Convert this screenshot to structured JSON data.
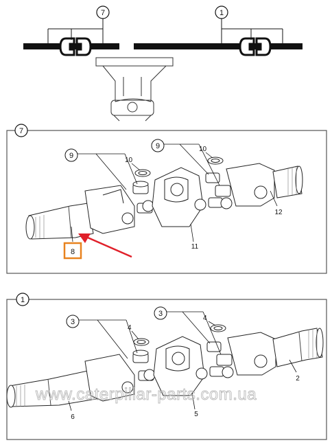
{
  "top_diagram": {
    "left_callout": "7",
    "right_callout": "1"
  },
  "panel_7": {
    "header_callout": "7",
    "parts": [
      {
        "id": "p7-9a",
        "label": "9"
      },
      {
        "id": "p7-10a",
        "label": "10"
      },
      {
        "id": "p7-9b",
        "label": "9"
      },
      {
        "id": "p7-10b",
        "label": "10"
      },
      {
        "id": "p7-8",
        "label": "8"
      },
      {
        "id": "p7-11",
        "label": "11"
      },
      {
        "id": "p7-12",
        "label": "12"
      }
    ],
    "highlight_color": "#e8821e",
    "arrow_color": "#e0202a"
  },
  "panel_1": {
    "header_callout": "1",
    "parts": [
      {
        "id": "p1-3a",
        "label": "3"
      },
      {
        "id": "p1-4a",
        "label": "4"
      },
      {
        "id": "p1-3b",
        "label": "3"
      },
      {
        "id": "p1-4b",
        "label": "4"
      },
      {
        "id": "p1-6",
        "label": "6"
      },
      {
        "id": "p1-5",
        "label": "5"
      },
      {
        "id": "p1-2",
        "label": "2"
      }
    ]
  },
  "watermark": "www.caterpillar-parts.com.ua"
}
